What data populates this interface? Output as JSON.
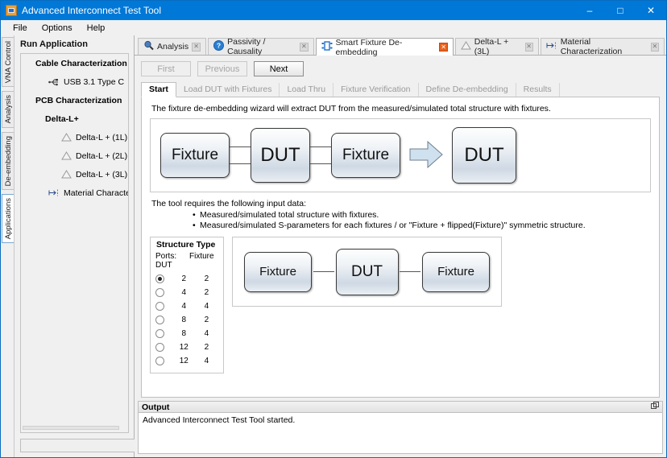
{
  "window": {
    "title": "Advanced Interconnect Test Tool",
    "icon": "app-icon",
    "minimize": "–",
    "maximize": "□",
    "close": "✕"
  },
  "menu": [
    "File",
    "Options",
    "Help"
  ],
  "vertical_tabs": [
    {
      "label": "VNA Control",
      "active": false
    },
    {
      "label": "Analysis",
      "active": false
    },
    {
      "label": "De-embedding",
      "active": false
    },
    {
      "label": "Applications",
      "active": true
    }
  ],
  "sidebar": {
    "title": "Run Application",
    "tree": [
      {
        "label": "Cable Characterization",
        "type": "group",
        "indent": 0,
        "icon": ""
      },
      {
        "label": "USB 3.1 Type C",
        "type": "item",
        "indent": 1,
        "icon": "usb-icon"
      },
      {
        "label": "PCB Characterization",
        "type": "group",
        "indent": 0,
        "icon": ""
      },
      {
        "label": "Delta-L+",
        "type": "group",
        "indent": 1,
        "icon": ""
      },
      {
        "label": "Delta-L + (1L)",
        "type": "item",
        "indent": 2,
        "icon": "triangle-icon"
      },
      {
        "label": "Delta-L + (2L)",
        "type": "item",
        "indent": 2,
        "icon": "triangle-icon"
      },
      {
        "label": "Delta-L + (3L)",
        "type": "item",
        "indent": 2,
        "icon": "triangle-icon"
      },
      {
        "label": "Material Characterization",
        "type": "item",
        "indent": 1,
        "icon": "measure-icon"
      }
    ],
    "filter_value": "",
    "filter_placeholder": "",
    "clear_icon": "clear-icon"
  },
  "top_tabs": [
    {
      "label": "Analysis",
      "icon": "magnifier-icon",
      "active": false,
      "close": "✕"
    },
    {
      "label": "Passivity / Causality",
      "icon": "question-icon",
      "active": false,
      "close": "✕"
    },
    {
      "label": "Smart Fixture De-embedding",
      "icon": "deembed-icon",
      "active": true,
      "close": "✕"
    },
    {
      "label": "Delta-L + (3L)",
      "icon": "triangle-icon",
      "active": false,
      "close": "✕"
    },
    {
      "label": "Material Characterization",
      "icon": "measure-icon",
      "active": false,
      "close": "✕"
    }
  ],
  "wizard": {
    "nav": [
      {
        "label": "First",
        "enabled": false
      },
      {
        "label": "Previous",
        "enabled": false
      },
      {
        "label": "Next",
        "enabled": true
      }
    ],
    "steps": [
      {
        "label": "Start",
        "active": true
      },
      {
        "label": "Load DUT with Fixtures",
        "active": false
      },
      {
        "label": "Load Thru",
        "active": false
      },
      {
        "label": "Fixture Verification",
        "active": false
      },
      {
        "label": "Define De-embedding",
        "active": false
      },
      {
        "label": "Results",
        "active": false
      }
    ],
    "description": "The fixture de-embedding wizard will extract DUT from the measured/simulated total structure with fixtures.",
    "flow_top": {
      "blocks": [
        "Fixture",
        "DUT",
        "Fixture"
      ],
      "arrow": "arrow-right-icon",
      "result": "DUT"
    },
    "requires_label": "The tool requires the following input data:",
    "bullets": [
      "Measured/simulated total structure with fixtures.",
      "Measured/simulated S-parameters for each fixtures / or \"Fixture + flipped(Fixture)\" symmetric structure."
    ],
    "structure_type": {
      "title": "Structure Type",
      "col_headers": [
        "Ports: DUT",
        "Fixture"
      ],
      "options": [
        {
          "dut": "2",
          "fixture": "2",
          "selected": true
        },
        {
          "dut": "4",
          "fixture": "2",
          "selected": false
        },
        {
          "dut": "4",
          "fixture": "4",
          "selected": false
        },
        {
          "dut": "8",
          "fixture": "2",
          "selected": false
        },
        {
          "dut": "8",
          "fixture": "4",
          "selected": false
        },
        {
          "dut": "12",
          "fixture": "2",
          "selected": false
        },
        {
          "dut": "12",
          "fixture": "4",
          "selected": false
        }
      ]
    },
    "flow_bottom": {
      "blocks": [
        "Fixture",
        "DUT",
        "Fixture"
      ]
    }
  },
  "output": {
    "title": "Output",
    "float_icon": "float-icon",
    "lines": [
      "Advanced Interconnect Test Tool started."
    ]
  },
  "colors": {
    "titlebar": "#0078d7",
    "active_tab_close": "#e8611c",
    "panel": "#f0f0f0",
    "content": "#ffffff"
  }
}
